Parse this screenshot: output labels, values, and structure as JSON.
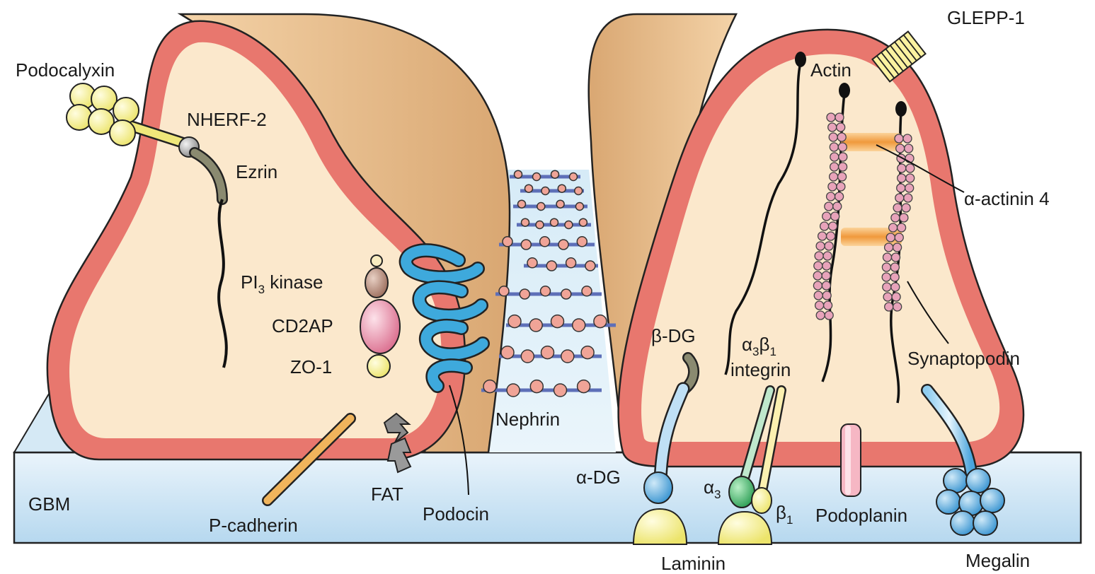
{
  "labels": {
    "podocalyxin": "Podocalyxin",
    "nherf2": "NHERF-2",
    "ezrin": "Ezrin",
    "pi3kinase_pre": "PI",
    "pi3kinase_sub": "3",
    "pi3kinase_post": " kinase",
    "cd2ap": "CD2AP",
    "zo1": "ZO-1",
    "nephrin": "Nephrin",
    "gbm": "GBM",
    "pcadherin": "P-cadherin",
    "fat": "FAT",
    "podocin": "Podocin",
    "glepp1": "GLEPP-1",
    "actin": "Actin",
    "alpha_actinin4": "α-actinin 4",
    "beta_dg": "β-DG",
    "a3b1_line1_a": "α",
    "a3b1_line1_a_sub": "3",
    "a3b1_line1_b": "β",
    "a3b1_line1_b_sub": "1",
    "a3b1_line2": "integrin",
    "synaptopodin": "Synaptopodin",
    "alpha_dg": "α-DG",
    "alpha3": "α",
    "alpha3_sub": "3",
    "beta1": "β",
    "beta1_sub": "1",
    "podoplanin": "Podoplanin",
    "laminin": "Laminin",
    "megalin": "Megalin"
  },
  "colors": {
    "membrane": "#e8776e",
    "cytoplasm": "#fbe8cc",
    "cell_shade": "#e2b583",
    "gbm_top": "#e4f1f9",
    "gbm_bottom": "#b9daf0",
    "nephrin_bar": "#5d6fb8",
    "nephrin_bead": "#f0a497",
    "yellow": "#f7f08a",
    "podocin_blue": "#36a4d8",
    "pink_bead": "#e59ab2",
    "actinin_orange": "#f2a550",
    "megalin_blue": "#4ba6dc"
  }
}
